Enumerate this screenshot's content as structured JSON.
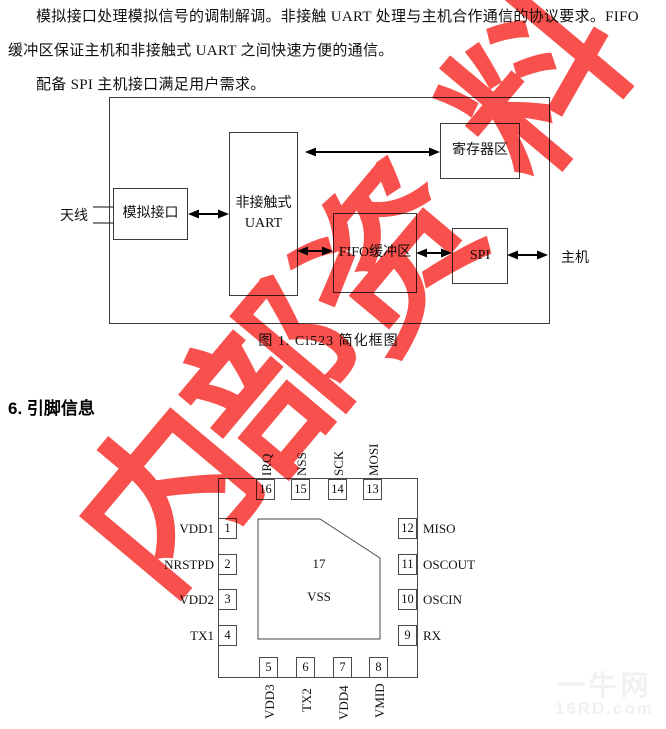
{
  "intro": {
    "lines": [
      {
        "text": "模拟接口处理模拟信号的调制解调。非接触 UART 处理与主机合作通信的协议要求。FIFO"
      },
      {
        "text": "缓冲区保证主机和非接触式 UART 之间快速方便的通信。"
      },
      {
        "text": "配备 SPI 主机接口满足用户需求。"
      }
    ]
  },
  "block_diagram": {
    "antenna_label": "天线",
    "host_label": "主机",
    "analog_block": "模拟接口",
    "uart_block_line1": "非接触式",
    "uart_block_line2": "UART",
    "register_block": "寄存器区",
    "fifo_block": "FIFO缓冲区",
    "spi_block": "SPI",
    "caption": "图 1. Ci523 简化框图"
  },
  "section": {
    "title": "6. 引脚信息"
  },
  "pinout": {
    "top": [
      {
        "num": "16",
        "label": "IRQ"
      },
      {
        "num": "15",
        "label": "NSS"
      },
      {
        "num": "14",
        "label": "SCK"
      },
      {
        "num": "13",
        "label": "MOSI"
      }
    ],
    "left": [
      {
        "num": "1",
        "label": "VDD1"
      },
      {
        "num": "2",
        "label": "NRSTPD"
      },
      {
        "num": "3",
        "label": "VDD2"
      },
      {
        "num": "4",
        "label": "TX1"
      }
    ],
    "right": [
      {
        "num": "12",
        "label": "MISO"
      },
      {
        "num": "11",
        "label": "OSCOUT"
      },
      {
        "num": "10",
        "label": "OSCIN"
      },
      {
        "num": "9",
        "label": "RX"
      }
    ],
    "bottom": [
      {
        "num": "5",
        "label": "VDD3"
      },
      {
        "num": "6",
        "label": "TX2"
      },
      {
        "num": "7",
        "label": "VDD4"
      },
      {
        "num": "8",
        "label": "VMID"
      }
    ],
    "center_pad": {
      "num": "17",
      "label": "VSS"
    }
  },
  "watermarks": {
    "diagonal_chars": [
      "内",
      "部",
      "资",
      "料"
    ],
    "site_name": "一牛网",
    "site_url": "16RD.com"
  },
  "colors": {
    "watermark_red": "#f8514d",
    "diagram_line": "#3c3c3c",
    "pin_line": "#4a4a4a",
    "site_watermark_gray": "#eff1f3"
  }
}
